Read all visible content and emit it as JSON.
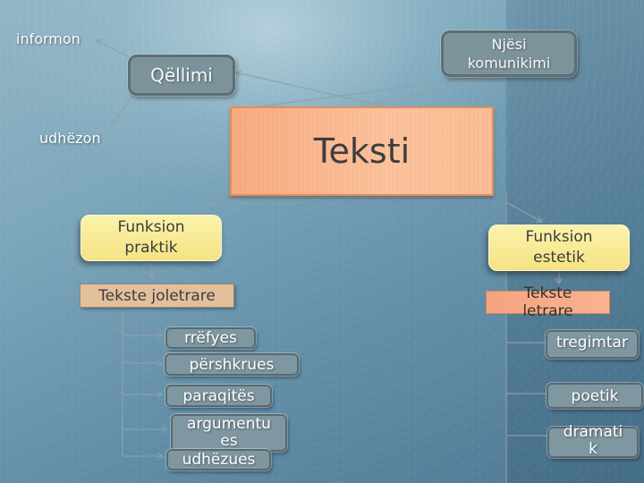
{
  "slide": {
    "center_title": "Teksti",
    "purpose": {
      "label": "Qëllimi",
      "informon": "informon",
      "udhezon": "udhëzon"
    },
    "unit": {
      "label": "Njësi komunikimi"
    },
    "left_branch": {
      "function_label": "Funksion praktik",
      "group_label": "Tekste joletrare",
      "items": [
        "rrëfyes",
        "përshkrues",
        "paraqitës",
        "argumentues",
        "udhëzues"
      ]
    },
    "right_branch": {
      "function_label": "Funksion estetik",
      "group_label": "Tekste letrare",
      "items": [
        "tregimtar",
        "poetik",
        "dramatik"
      ]
    },
    "colors": {
      "background_top": "#93b5c5",
      "background_bottom": "#4d7893",
      "main_box_salmon": "#f9b289",
      "function_box_yellow": "#f8e88f",
      "group_box_tan": "#e2c09e",
      "group_box_salmon": "#f6a383",
      "node_gray": "#7f97a1",
      "node_border_gray": "#59696f",
      "connector_gray": "#8ea1a7",
      "text_dark": "#3d3d3d",
      "text_light": "#ffffff"
    }
  }
}
